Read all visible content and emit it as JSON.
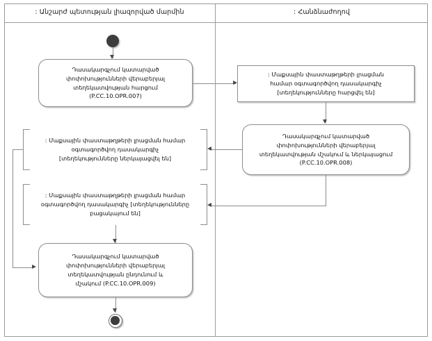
{
  "diagram": {
    "title": "UML Activity Diagram with Swimlanes",
    "lanes": [
      {
        "id": "lane-left",
        "label": ": Անշարժ պետության լիազորված մարմին"
      },
      {
        "id": "lane-right",
        "label": ": Հանձնաժողով"
      }
    ],
    "nodes": {
      "start": {
        "type": "initial-node",
        "label": ""
      },
      "activity_007": {
        "type": "activity",
        "lines": [
          "Դասակարգչում կատարված",
          "փոփոխությունների վերաբերյալ",
          "տեղեկատվության հարցում",
          "(P.CC.10.OPR.007)"
        ],
        "code": "P.CC.10.OPR.007"
      },
      "object_requested": {
        "type": "object-node",
        "lines": [
          ": Մաքսային փաստաթղթերի լրացման",
          "համար օգտագործվող դասակարգիչ",
          "[տեղեկությունները հարցվել են]"
        ],
        "state": "[տեղեկությունները հարցվել են]"
      },
      "activity_008": {
        "type": "activity",
        "lines": [
          "Դասակարգչում կատարված",
          "փոփոխությունների վերաբերյալ",
          "տեղեկատվության մշակում և ներկայացում",
          "(P.CC.10.OPR.008)"
        ],
        "code": "P.CC.10.OPR.008"
      },
      "object_presented": {
        "type": "object-node",
        "lines": [
          ": Մաքսային փաստաթղթերի լրացման համար",
          "օգտագործվող դասակարգիչ",
          "[տեղեկությունները ներկայացվել են]"
        ],
        "state": "[տեղեկությունները ներկայացվել են]"
      },
      "object_absent": {
        "type": "object-node",
        "lines": [
          ": Մաքսային փաստաթղթերի լրացման համար",
          "օգտագործվող դասակարգիչ [տեղեկությունները",
          "բացակայում են]"
        ],
        "state": "[տեղեկությունները բացակայում են]"
      },
      "activity_009": {
        "type": "activity",
        "lines": [
          "Դասակարգչում կատարված",
          "փոփոխությունների վերաբերյալ",
          "տեղեկատվության ընդունում և",
          "մշակում (P.CC.10.OPR.009)"
        ],
        "code": "P.CC.10.OPR.009"
      },
      "end": {
        "type": "final-node",
        "label": ""
      }
    },
    "colors": {
      "line": "#8c8c8c",
      "arrow": "#4a4a4a",
      "node_fill": "#ffffff",
      "node_dark": "#3d3d3d",
      "text": "#111111"
    }
  }
}
